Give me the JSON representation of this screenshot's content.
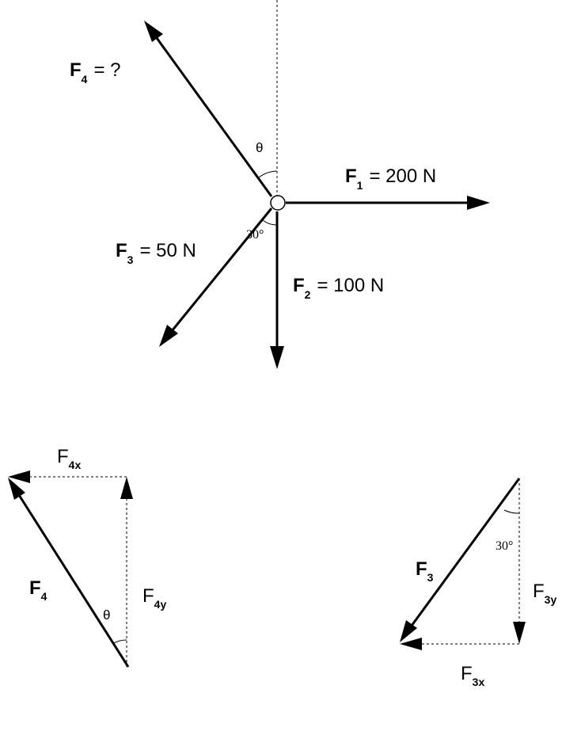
{
  "colors": {
    "ink": "#000000",
    "background": "#ffffff"
  },
  "top_diagram": {
    "f1": {
      "symbol": "F",
      "sub": "1",
      "value": "= 200 N"
    },
    "f2": {
      "symbol": "F",
      "sub": "2",
      "value": "= 100 N"
    },
    "f3": {
      "symbol": "F",
      "sub": "3",
      "value": "= 50 N"
    },
    "f4": {
      "symbol": "F",
      "sub": "4",
      "value": "= ?"
    },
    "theta": "θ",
    "angle_30": "30°"
  },
  "f4_components": {
    "f4": {
      "symbol": "F",
      "sub": "4"
    },
    "f4x": {
      "symbol": "F",
      "sub": "4x"
    },
    "f4y": {
      "symbol": "F",
      "sub": "4y"
    },
    "theta": "θ"
  },
  "f3_components": {
    "f3": {
      "symbol": "F",
      "sub": "3"
    },
    "f3x": {
      "symbol": "F",
      "sub": "3x"
    },
    "f3y": {
      "symbol": "F",
      "sub": "3y"
    },
    "angle_30": "30°"
  }
}
